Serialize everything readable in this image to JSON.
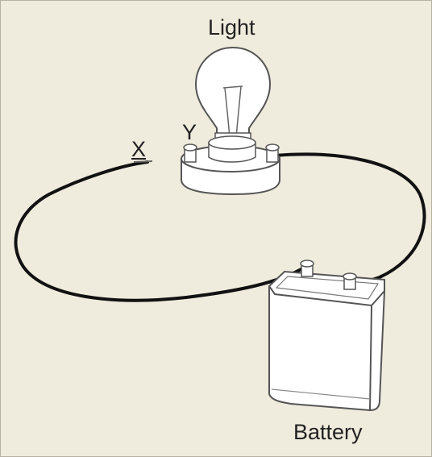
{
  "labels": {
    "light": "Light",
    "point_y": "Y",
    "point_x": "X",
    "battery": "Battery"
  },
  "colors": {
    "background": "#efebdd",
    "wire": "#111111",
    "outline": "#555555",
    "fill": "#ffffff"
  },
  "icons": {
    "bulb": "light-bulb-icon",
    "battery": "battery-icon"
  }
}
